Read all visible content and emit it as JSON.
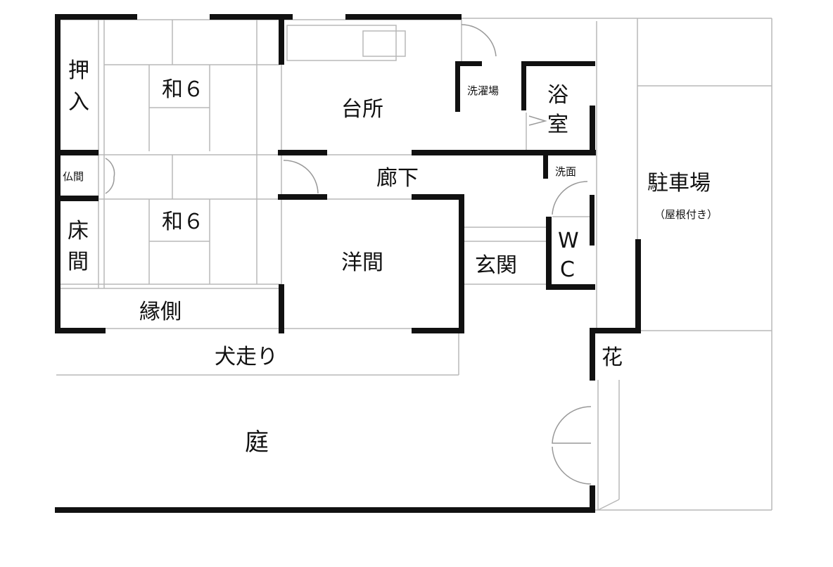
{
  "floor_plan": {
    "rooms": {
      "oshiire": "押入",
      "washitsu_top": "和６",
      "kitchen": "台所",
      "laundry": "洗濯場",
      "bath": "浴室",
      "butsuma": "仏間",
      "hallway": "廊下",
      "senmen": "洗面",
      "tokonoma": "床間",
      "washitsu_bottom": "和６",
      "youma": "洋間",
      "entrance": "玄関",
      "wc": "WC",
      "engawa": "縁側",
      "inubashiri": "犬走り",
      "garden": "庭",
      "flower": "花",
      "parking": "駐車場",
      "parking_note": "（屋根付き）"
    }
  }
}
